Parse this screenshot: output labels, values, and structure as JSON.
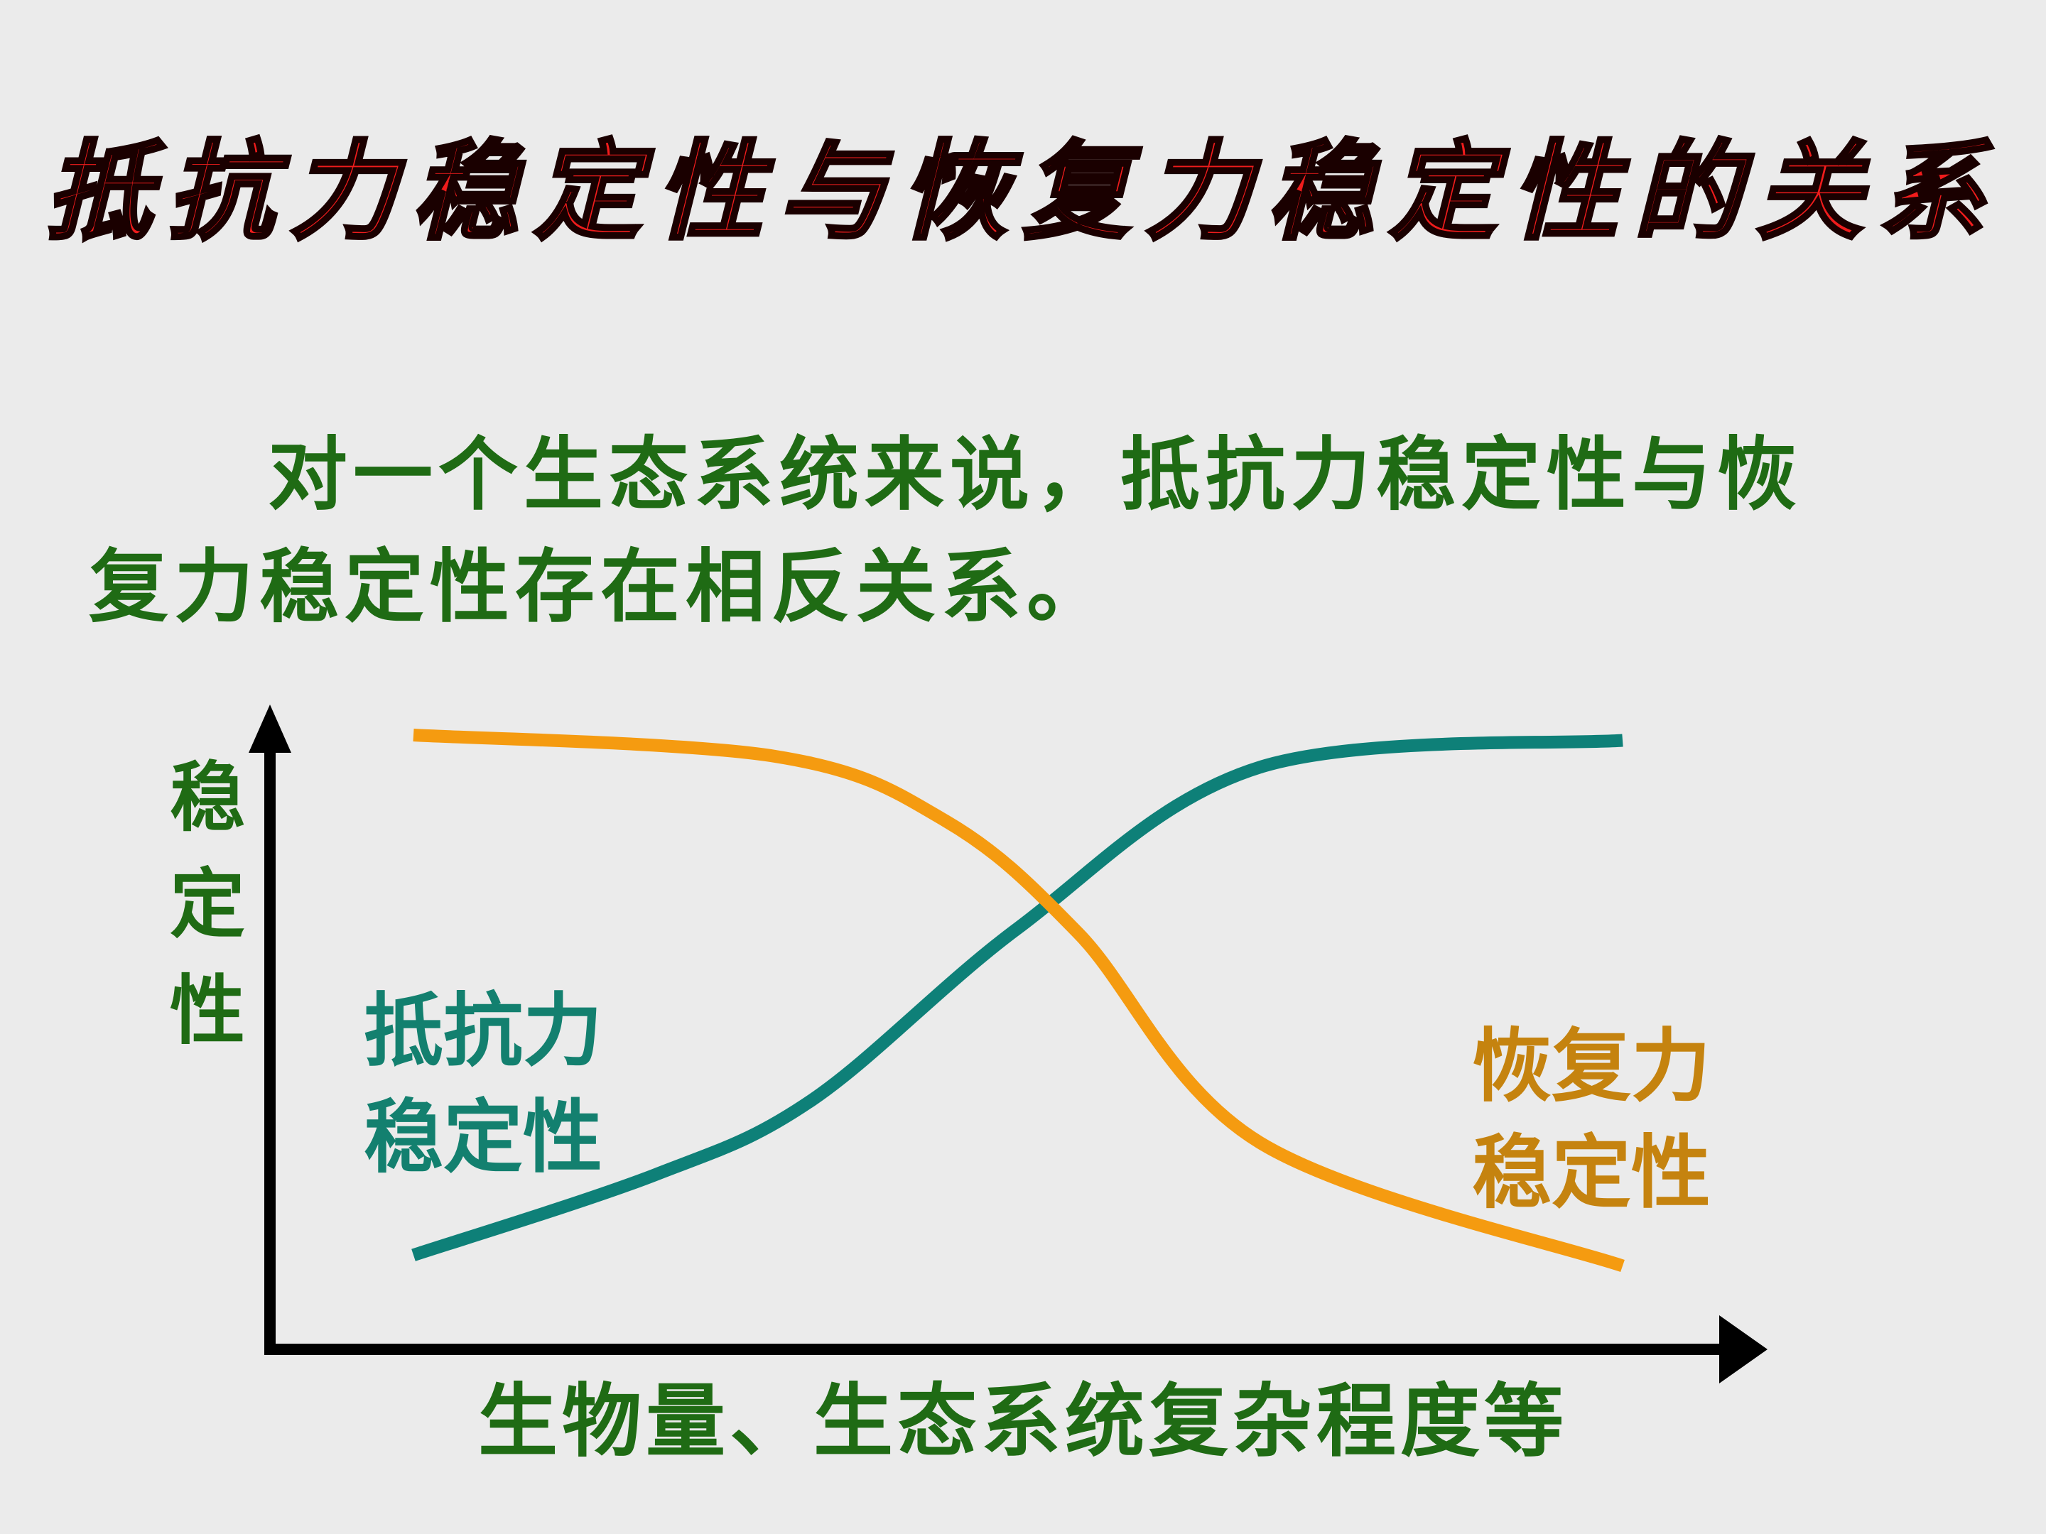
{
  "title": "抵抗力稳定性与恢复力稳定性的关系",
  "paragraph": {
    "line1": "对一个生态系统来说，抵抗力稳定性与恢",
    "line2": "复力稳定性存在相反关系。"
  },
  "chart_data": {
    "type": "line",
    "xlabel": "生物量、生态系统复杂程度等",
    "ylabel": [
      "稳",
      "定",
      "性"
    ],
    "series": [
      {
        "name_lines": [
          "抵抗力",
          "稳定性"
        ],
        "color": "#0e8078",
        "label_color": "#13806f",
        "trend": "increasing",
        "points": [
          [
            0.0,
            0.03
          ],
          [
            0.2,
            0.18
          ],
          [
            0.33,
            0.32
          ],
          [
            0.5,
            0.64
          ],
          [
            0.7,
            0.94
          ],
          [
            1.0,
            0.99
          ]
        ]
      },
      {
        "name_lines": [
          "恢复力",
          "稳定性"
        ],
        "color": "#f59b10",
        "label_color": "#c5830f",
        "trend": "decreasing",
        "points": [
          [
            0.0,
            1.0
          ],
          [
            0.3,
            0.96
          ],
          [
            0.44,
            0.84
          ],
          [
            0.55,
            0.63
          ],
          [
            0.7,
            0.24
          ],
          [
            1.0,
            0.01
          ]
        ]
      }
    ],
    "axes": {
      "x_arrow": true,
      "y_arrow": true,
      "grid": false
    }
  }
}
